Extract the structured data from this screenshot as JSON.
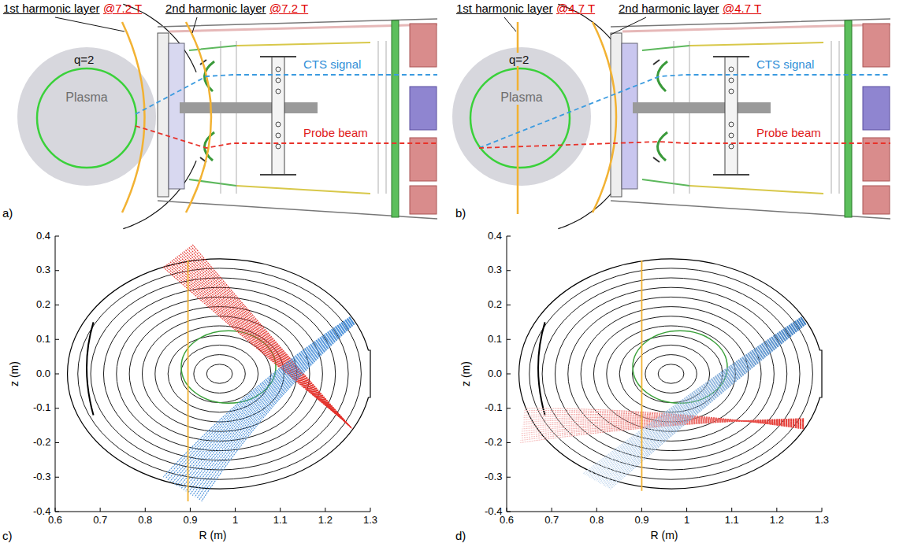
{
  "diagram": {
    "nodes": [
      {
        "text": [
          "Plasma"
        ]
      },
      {
        "text": [
          "Plasma"
        ]
      }
    ],
    "labels": [
      "1st harmonic layer",
      "@7.2 T",
      "2nd harmonic layer",
      "@7.2 T",
      "q=2",
      "CTS signal",
      "Probe beam",
      "a)",
      "1st harmonic layer",
      "@4.7 T",
      "2nd harmonic layer",
      "@4.7 T",
      "q=2",
      "CTS signal",
      "Probe beam",
      "b)",
      "0.4",
      "0.3",
      "0.2",
      "0.1",
      "0.0",
      "-0.1",
      "-0.2",
      "-0.3",
      "-0.4",
      "0.6",
      "0.7",
      "0.8",
      "0.9",
      "1",
      "1.1",
      "1.2",
      "1.3",
      "z (m)",
      "R (m)",
      "c)",
      "0.4",
      "0.3",
      "0.2",
      "0.1",
      "0.0",
      "-0.1",
      "-0.2",
      "-0.3",
      "-0.4",
      "0.6",
      "0.7",
      "0.8",
      "0.9",
      "1",
      "1.1",
      "1.2",
      "1.3",
      "z (m)",
      "R (m)",
      "d)"
    ]
  }
}
